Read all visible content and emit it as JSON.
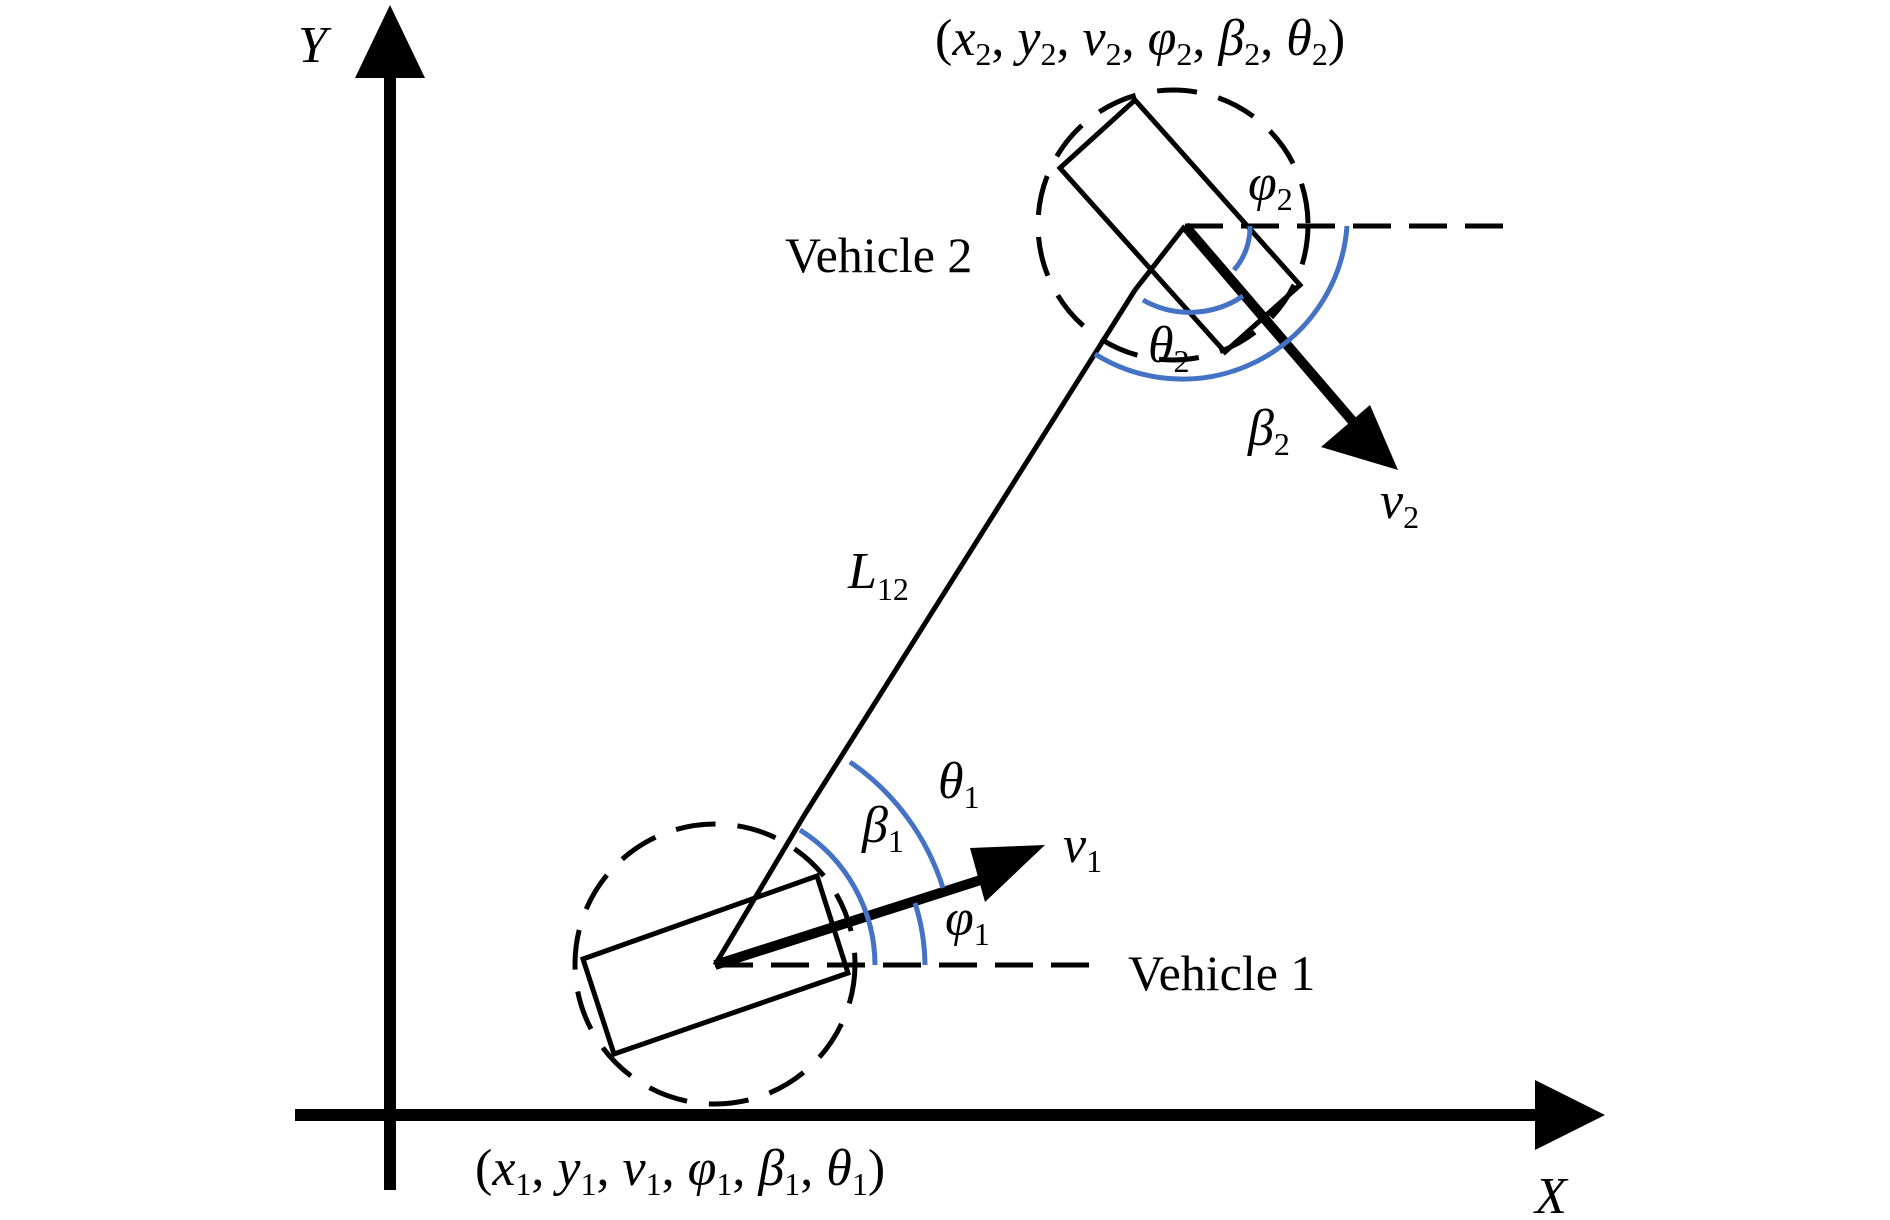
{
  "axes": {
    "x_label": "X",
    "y_label": "Y"
  },
  "vehicle1": {
    "name": "Vehicle 1",
    "state": {
      "x": "x",
      "x_sub": "1",
      "y": "y",
      "y_sub": "1",
      "v": "v",
      "v_sub": "1",
      "phi": "φ",
      "phi_sub": "1",
      "beta": "β",
      "beta_sub": "1",
      "theta": "θ",
      "theta_sub": "1"
    },
    "velocity": {
      "sym": "v",
      "sub": "1"
    },
    "phi": {
      "sym": "φ",
      "sub": "1"
    },
    "beta": {
      "sym": "β",
      "sub": "1"
    },
    "theta": {
      "sym": "θ",
      "sub": "1"
    }
  },
  "vehicle2": {
    "name": "Vehicle 2",
    "state": {
      "x": "x",
      "x_sub": "2",
      "y": "y",
      "y_sub": "2",
      "v": "v",
      "v_sub": "2",
      "phi": "φ",
      "phi_sub": "2",
      "beta": "β",
      "beta_sub": "2",
      "theta": "θ",
      "theta_sub": "2"
    },
    "velocity": {
      "sym": "v",
      "sub": "2"
    },
    "phi": {
      "sym": "φ",
      "sub": "2"
    },
    "beta": {
      "sym": "β",
      "sub": "2"
    },
    "theta": {
      "sym": "θ",
      "sub": "2"
    }
  },
  "link": {
    "sym": "L",
    "sub": "12"
  },
  "colors": {
    "line": "#000000",
    "angle_arc": "#4472C4"
  }
}
